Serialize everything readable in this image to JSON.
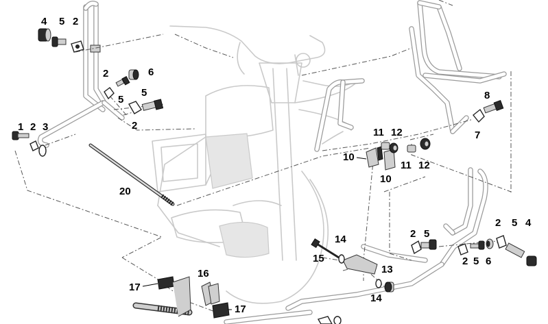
{
  "callouts": [
    {
      "id": "c-4-top",
      "text": "4"
    },
    {
      "id": "c-5-top",
      "text": "5"
    },
    {
      "id": "c-2-top",
      "text": "2"
    },
    {
      "id": "c-2-mid",
      "text": "2"
    },
    {
      "id": "c-6-top",
      "text": "6"
    },
    {
      "id": "c-5-mid",
      "text": "5"
    },
    {
      "id": "c-5-mid2",
      "text": "5"
    },
    {
      "id": "c-2-mid2",
      "text": "2"
    },
    {
      "id": "c-1",
      "text": "1"
    },
    {
      "id": "c-2-left",
      "text": "2"
    },
    {
      "id": "c-3",
      "text": "3"
    },
    {
      "id": "c-20",
      "text": "20"
    },
    {
      "id": "c-8",
      "text": "8"
    },
    {
      "id": "c-7",
      "text": "7"
    },
    {
      "id": "c-11-a",
      "text": "11"
    },
    {
      "id": "c-12-a",
      "text": "12"
    },
    {
      "id": "c-10-a",
      "text": "10"
    },
    {
      "id": "c-10-b",
      "text": "10"
    },
    {
      "id": "c-11-b",
      "text": "11"
    },
    {
      "id": "c-12-b",
      "text": "12"
    },
    {
      "id": "c-2-right",
      "text": "2"
    },
    {
      "id": "c-5-right",
      "text": "5"
    },
    {
      "id": "c-2-far",
      "text": "2"
    },
    {
      "id": "c-4-right",
      "text": "4"
    },
    {
      "id": "c-2-low",
      "text": "2"
    },
    {
      "id": "c-5-low",
      "text": "5"
    },
    {
      "id": "c-6-low",
      "text": "6"
    },
    {
      "id": "c-5-far",
      "text": "5"
    },
    {
      "id": "c-14-a",
      "text": "14"
    },
    {
      "id": "c-15",
      "text": "15"
    },
    {
      "id": "c-13",
      "text": "13"
    },
    {
      "id": "c-14-b",
      "text": "14"
    },
    {
      "id": "c-16",
      "text": "16"
    },
    {
      "id": "c-17-a",
      "text": "17"
    },
    {
      "id": "c-17-b",
      "text": "17"
    }
  ]
}
